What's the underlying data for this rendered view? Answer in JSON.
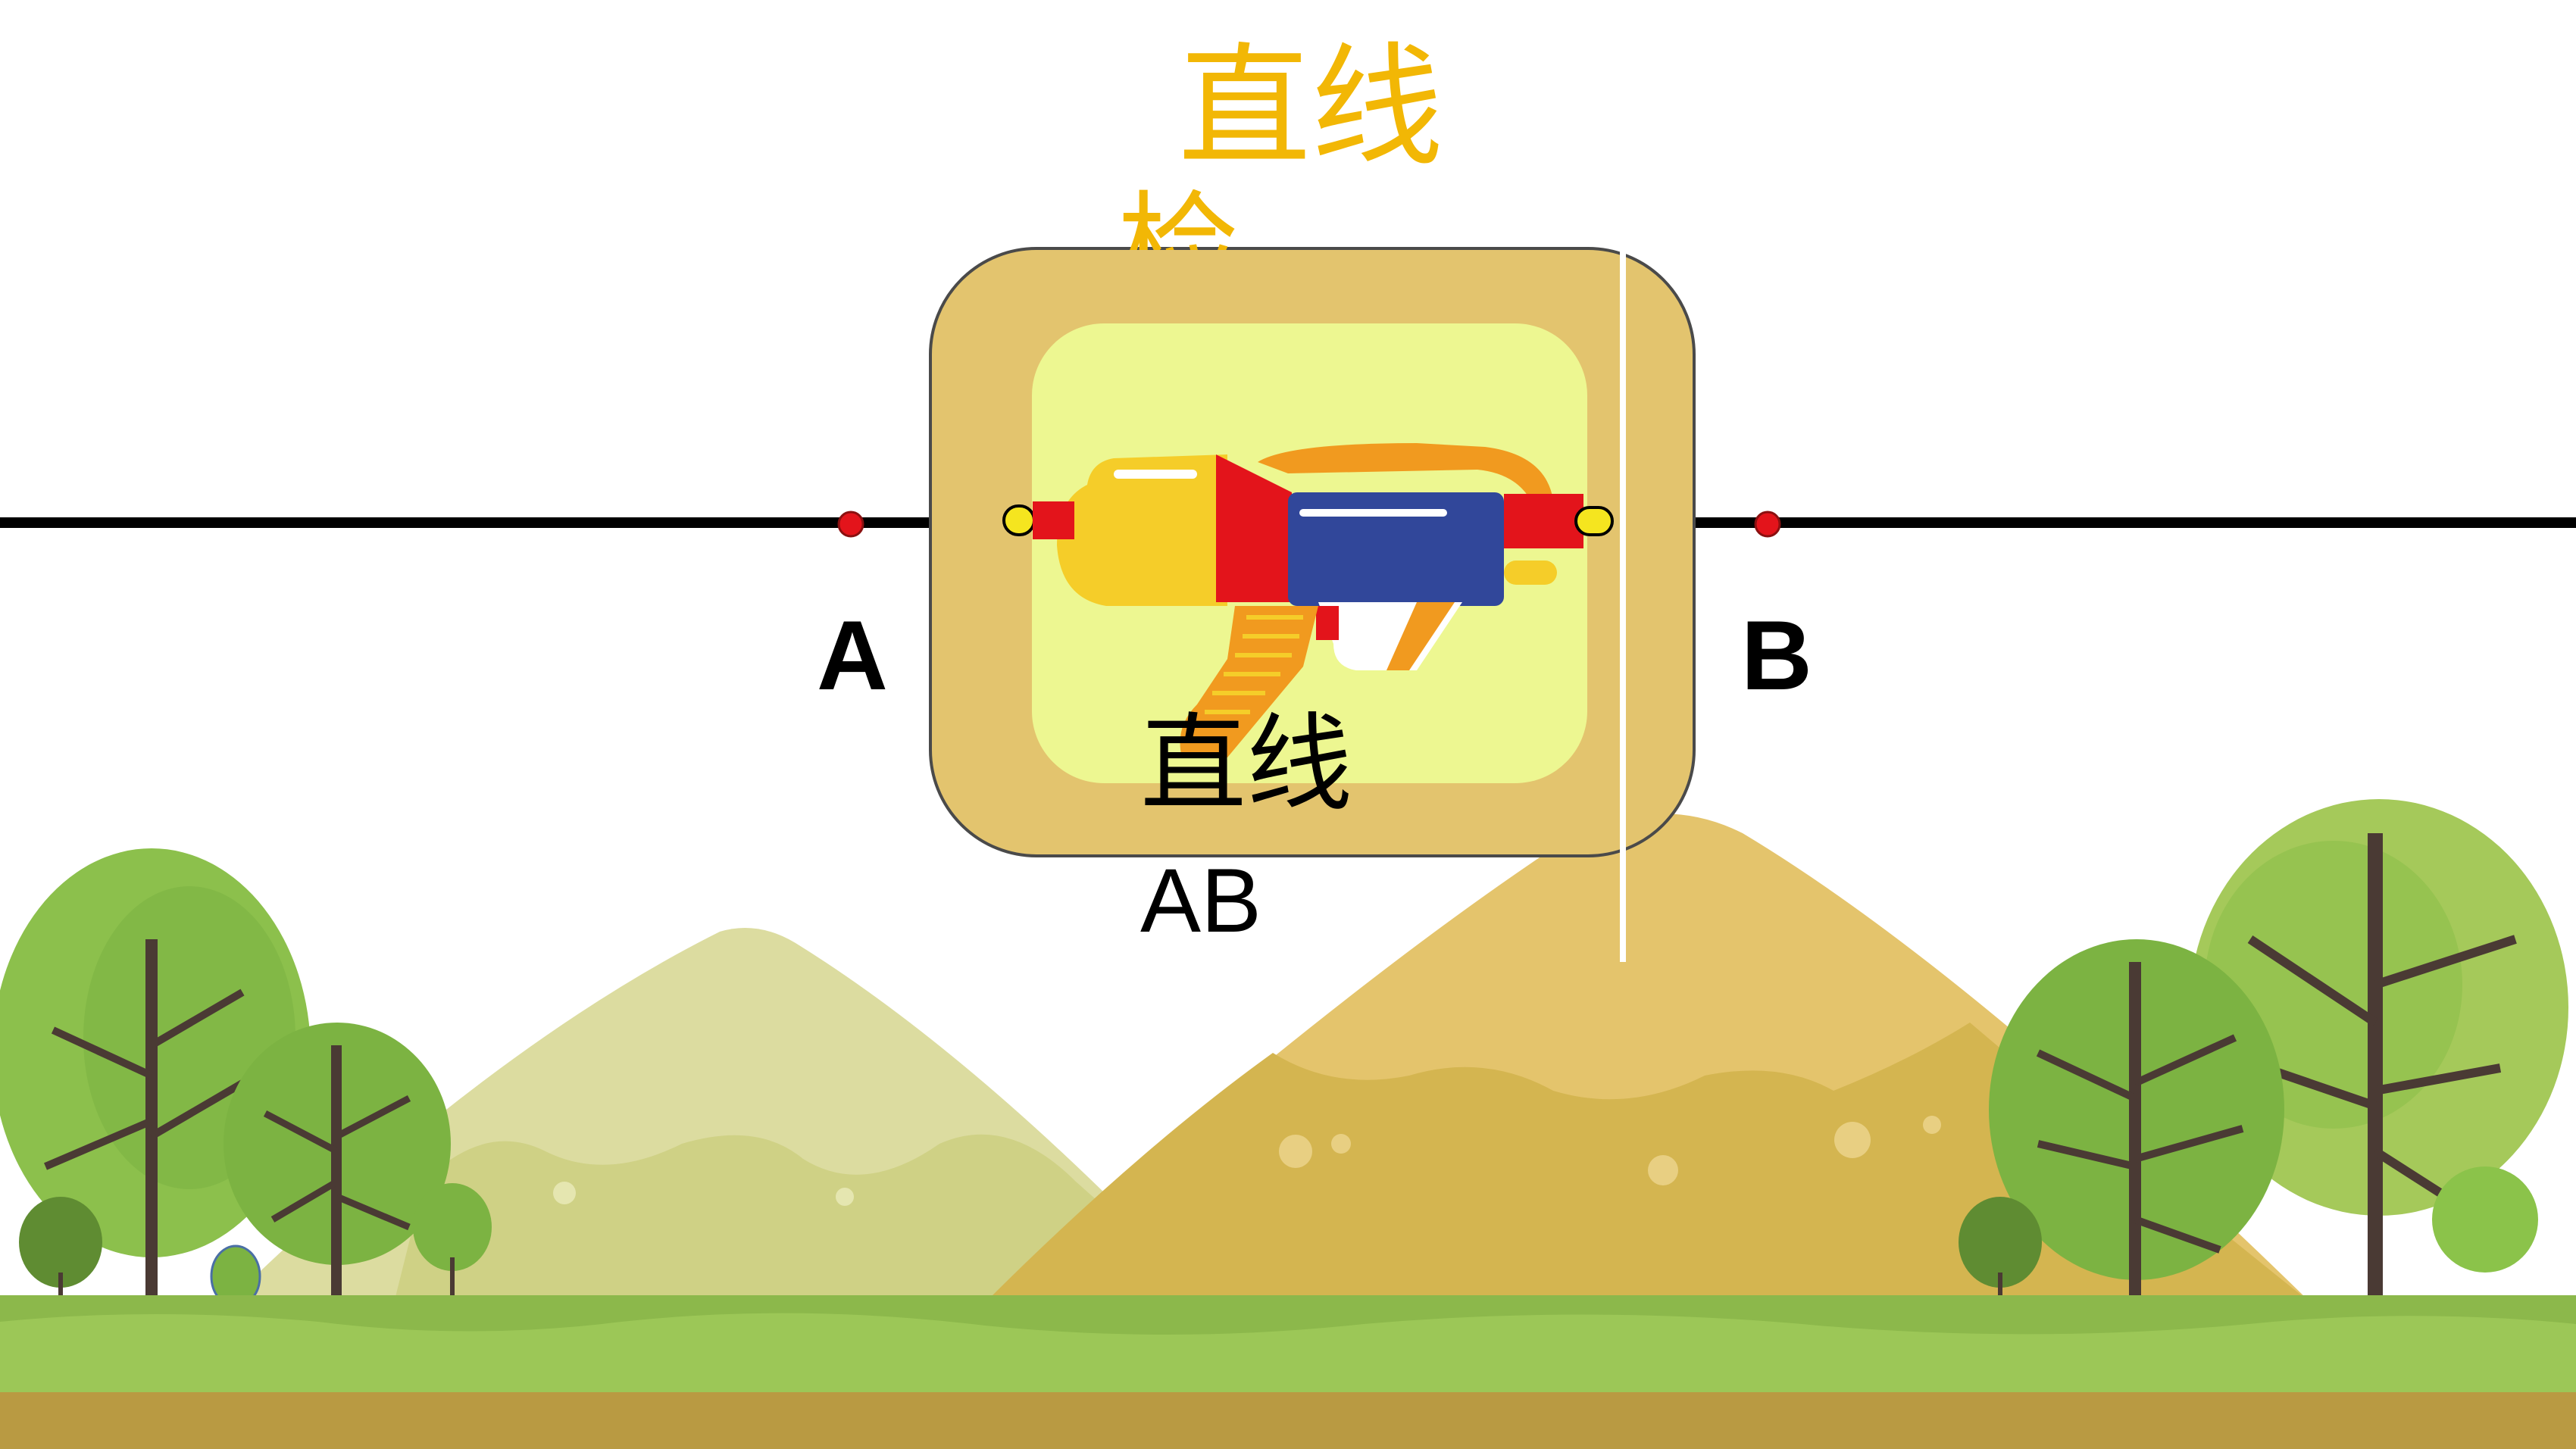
{
  "slide": {
    "title": "直线",
    "cut_text": "检",
    "point_a": "A",
    "point_b": "B",
    "caption_cn": "直线",
    "caption_ab": "AB"
  },
  "icons": {
    "toy": "water-gun-icon",
    "marker": "point-marker-icon"
  },
  "colors": {
    "title": "#f2b705",
    "line": "#000000",
    "point": "#e3141b",
    "card_outer": "#e3c46e",
    "card_inner": "#edf791",
    "grass": "#8cb84b",
    "soil": "#b99a42",
    "hill_light": "#dcdca0",
    "hill_dark": "#e4c46c",
    "tree": "#8bc34a",
    "trunk": "#4a3a34"
  }
}
